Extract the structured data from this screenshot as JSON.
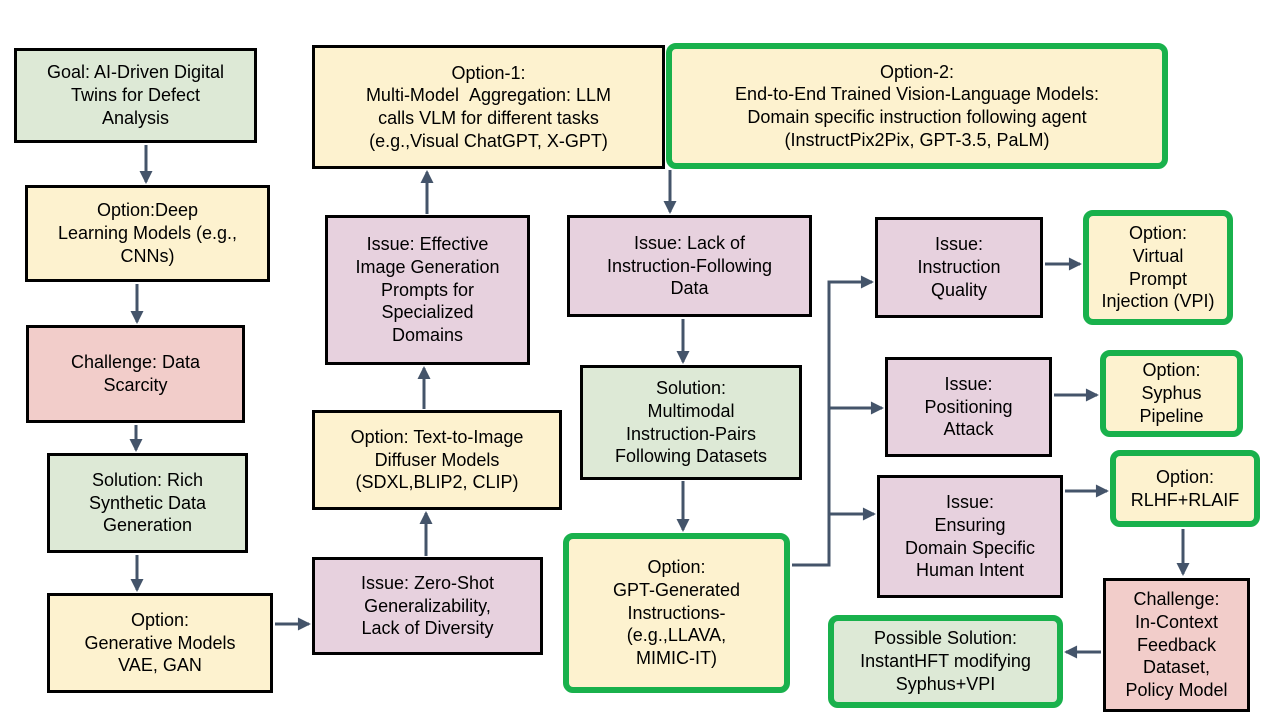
{
  "diagram": {
    "colors": {
      "fill_green": "#dde9d6",
      "fill_yellow": "#fdf2cf",
      "fill_pink": "#e7d1de",
      "fill_red": "#f2cdca",
      "border_black": "#000000",
      "border_green": "#19b14c",
      "arrow": "#44546a",
      "background": "#ffffff"
    },
    "nodes": [
      {
        "id": "goal",
        "kind": "goal",
        "text": "Goal: AI-Driven Digital\nTwins for Defect\nAnalysis"
      },
      {
        "id": "option-deep",
        "kind": "option",
        "text": "Option:Deep\nLearning Models (e.g.,\nCNNs)"
      },
      {
        "id": "challenge-data",
        "kind": "challenge",
        "text": "Challenge: Data\nScarcity"
      },
      {
        "id": "solution-rich",
        "kind": "solution",
        "text": "Solution: Rich\nSynthetic Data\nGeneration"
      },
      {
        "id": "option-generative",
        "kind": "option",
        "text": "Option:\nGenerative Models\nVAE, GAN"
      },
      {
        "id": "option-1",
        "kind": "option",
        "text": "Option-1:\nMulti-Model  Aggregation: LLM\ncalls VLM for different tasks\n(e.g.,Visual ChatGPT, X-GPT)"
      },
      {
        "id": "option-2",
        "kind": "option-highlight",
        "text": "Option-2:\nEnd-to-End Trained Vision-Language Models:\nDomain specific instruction following agent\n(InstructPix2Pix, GPT-3.5, PaLM)"
      },
      {
        "id": "issue-effective",
        "kind": "issue",
        "text": "Issue: Effective\nImage Generation\nPrompts for\nSpecialized\nDomains"
      },
      {
        "id": "option-t2i",
        "kind": "option",
        "text": "Option: Text-to-Image\nDiffuser Models\n(SDXL,BLIP2, CLIP)"
      },
      {
        "id": "issue-zeroshot",
        "kind": "issue",
        "text": "Issue: Zero-Shot\nGeneralizability,\nLack of Diversity"
      },
      {
        "id": "issue-lack",
        "kind": "issue",
        "text": "Issue: Lack of\nInstruction-Following\nData"
      },
      {
        "id": "solution-multimodal",
        "kind": "solution",
        "text": "Solution:\nMultimodal\nInstruction-Pairs\nFollowing Datasets"
      },
      {
        "id": "option-gpt",
        "kind": "option-highlight",
        "text": "Option:\nGPT-Generated\nInstructions-\n(e.g.,LLAVA,\nMIMIC-IT)"
      },
      {
        "id": "issue-quality",
        "kind": "issue",
        "text": "Issue:\nInstruction\nQuality"
      },
      {
        "id": "option-vpi",
        "kind": "option-highlight",
        "text": "Option:\nVirtual\nPrompt\nInjection (VPI)"
      },
      {
        "id": "issue-positioning",
        "kind": "issue",
        "text": "Issue:\nPositioning\nAttack"
      },
      {
        "id": "option-syphus",
        "kind": "option-highlight",
        "text": "Option:\nSyphus\nPipeline"
      },
      {
        "id": "issue-ensuring",
        "kind": "issue",
        "text": "Issue:\nEnsuring\nDomain Specific\nHuman Intent"
      },
      {
        "id": "option-rlhf",
        "kind": "option-highlight",
        "text": "Option:\nRLHF+RLAIF"
      },
      {
        "id": "challenge-incontext",
        "kind": "challenge",
        "text": "Challenge:\nIn-Context\nFeedback\nDataset,\nPolicy Model"
      },
      {
        "id": "possible-solution",
        "kind": "solution-highlight",
        "text": "Possible Solution:\nInstantHFT modifying\nSyphus+VPI"
      }
    ],
    "edges": [
      {
        "from": "goal",
        "to": "option-deep"
      },
      {
        "from": "option-deep",
        "to": "challenge-data"
      },
      {
        "from": "challenge-data",
        "to": "solution-rich"
      },
      {
        "from": "solution-rich",
        "to": "option-generative"
      },
      {
        "from": "option-generative",
        "to": "issue-zeroshot"
      },
      {
        "from": "issue-zeroshot",
        "to": "option-t2i"
      },
      {
        "from": "option-t2i",
        "to": "issue-effective"
      },
      {
        "from": "issue-effective",
        "to": "option-1"
      },
      {
        "from": "option-2",
        "to": "issue-lack"
      },
      {
        "from": "issue-lack",
        "to": "solution-multimodal"
      },
      {
        "from": "solution-multimodal",
        "to": "option-gpt"
      },
      {
        "from": "option-gpt",
        "to": "issue-quality"
      },
      {
        "from": "option-gpt",
        "to": "issue-positioning"
      },
      {
        "from": "option-gpt",
        "to": "issue-ensuring"
      },
      {
        "from": "issue-quality",
        "to": "option-vpi"
      },
      {
        "from": "issue-positioning",
        "to": "option-syphus"
      },
      {
        "from": "issue-ensuring",
        "to": "option-rlhf"
      },
      {
        "from": "option-rlhf",
        "to": "challenge-incontext"
      },
      {
        "from": "challenge-incontext",
        "to": "possible-solution"
      }
    ]
  }
}
